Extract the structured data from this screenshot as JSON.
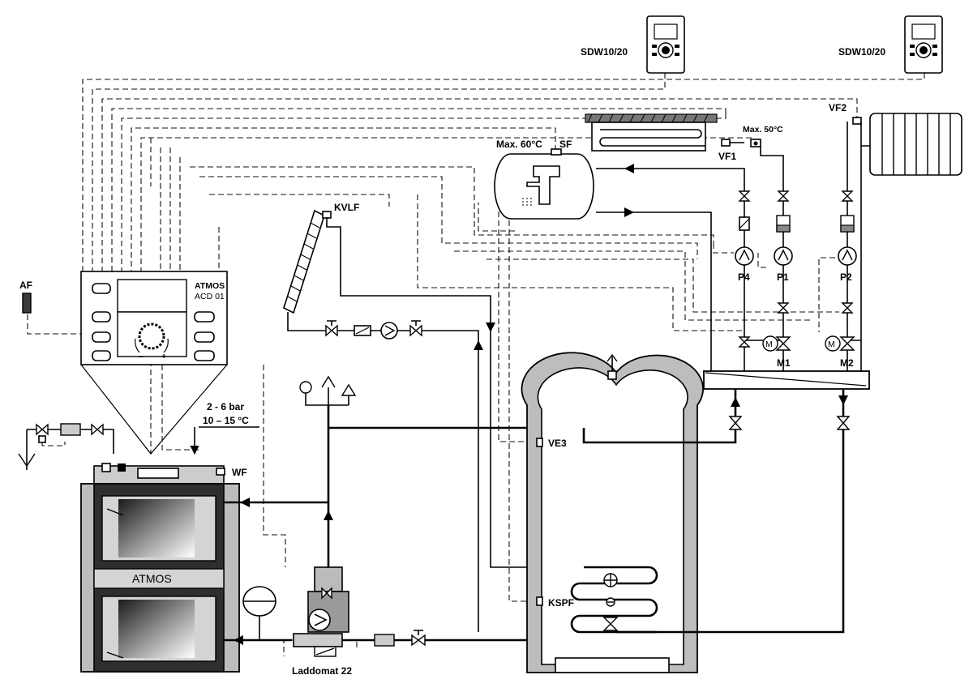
{
  "labels": {
    "sdw_left": "SDW10/20",
    "sdw_right": "SDW10/20",
    "vf2": "VF2",
    "vf1": "VF1",
    "max50": "Max. 50°C",
    "max60": "Max. 60°C",
    "sf": "SF",
    "kvlf": "KVLF",
    "af": "AF",
    "controller_brand": "ATMOS",
    "controller_model": "ACD 01",
    "pressure": "2 - 6 bar",
    "temperature": "10 – 15 °C",
    "wf": "WF",
    "boiler_brand": "ATMOS",
    "ve3": "VE3",
    "kspf": "KSPF",
    "laddomat": "Laddomat 22",
    "p4": "P4",
    "p1": "P1",
    "p2": "P2",
    "m1": "M1",
    "m2": "M2",
    "motor": "M",
    "dial_minus": "–",
    "dial_plus": "+"
  }
}
